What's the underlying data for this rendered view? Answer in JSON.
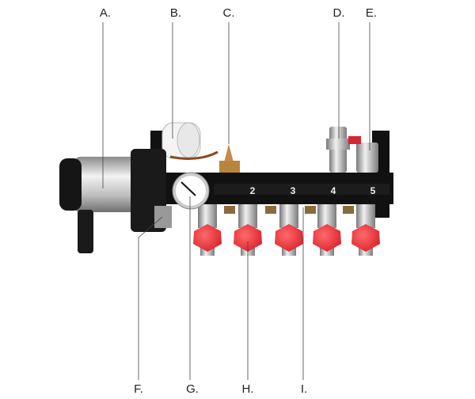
{
  "labels": {
    "a": "A.",
    "b": "B.",
    "c": "C.",
    "d": "D.",
    "e": "E.",
    "f": "F.",
    "g": "G.",
    "h": "H.",
    "i": "I."
  },
  "manifold_numbers": [
    "2",
    "3",
    "4",
    "5"
  ],
  "colors": {
    "valve_cap": "#e8303a",
    "manifold": "#111111",
    "pump_body": "#c9c9c9",
    "brass": "#b8863a"
  }
}
